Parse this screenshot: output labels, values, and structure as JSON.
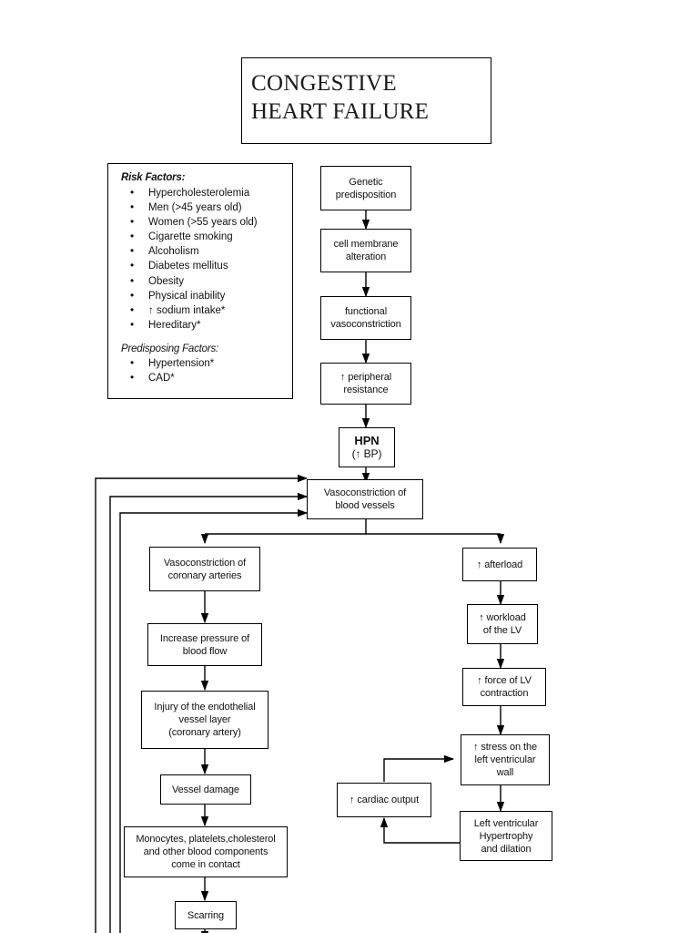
{
  "document": {
    "title": "CONGESTIVE\nHEART FAILURE",
    "type": "pathophysiology-flowchart"
  },
  "panels": {
    "risk_factors": {
      "heading": "Risk Factors:",
      "items": [
        "Hypercholesterolemia",
        "Men (>45 years old)",
        "Women (>55 years old)",
        "Cigarette smoking",
        "Alcoholism",
        "Diabetes mellitus",
        "Obesity",
        "Physical inability",
        "↑ sodium intake*",
        "Hereditary*"
      ],
      "subheading": "Predisposing Factors:",
      "sub_items": [
        "Hypertension*",
        "CAD*"
      ]
    }
  },
  "nodes": {
    "genetic_predisposition": "Genetic\npredisposition",
    "cell_membrane_alteration": "cell membrane\nalteration",
    "functional_vasoconstriction": "functional\nvasoconstriction",
    "peripheral_resistance": "↑ peripheral\nresistance",
    "hpn_label": "HPN",
    "hpn_sub": "(↑ BP)",
    "vasoconstriction_blood_vessels": "Vasoconstriction of\nblood vessels",
    "vasoconstriction_coronary_arteries": "Vasoconstriction of\ncoronary arteries",
    "increase_pressure_blood_flow": "Increase pressure of\nblood flow",
    "injury_endothelial": "Injury of the endothelial\nvessel layer\n(coronary artery)",
    "vessel_damage": "Vessel damage",
    "monocytes_platelets": "Monocytes, platelets,cholesterol\nand other blood components\ncome in contact",
    "scarring": "Scarring",
    "afterload": "↑ afterload",
    "workload_lv": "↑ workload\nof the LV",
    "force_lv_contraction": "↑ force of LV\ncontraction",
    "stress_lv_wall": "↑ stress on the\nleft ventricular\nwall",
    "cardiac_output": "↑ cardiac output",
    "lv_hypertrophy": "Left ventricular\nHypertrophy\nand dilation"
  },
  "colors": {
    "stroke": "#000000",
    "text": "#111111",
    "background": "#ffffff"
  }
}
